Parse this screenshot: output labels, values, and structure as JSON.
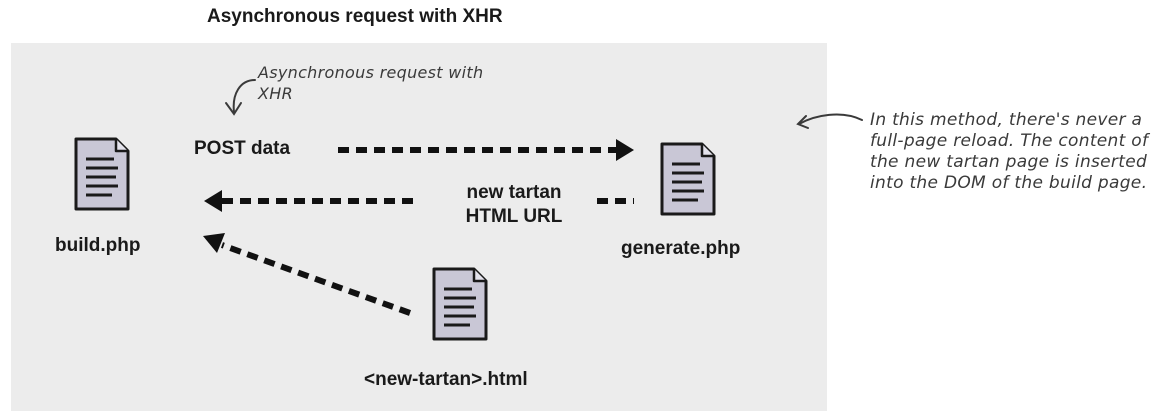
{
  "diagram": {
    "title": "Asynchronous request with XHR",
    "async_annotation": "Asynchronous request with XHR",
    "side_note": "In this method, there's never a full-page reload. The content of the new tartan page is inserted into the DOM of the build page.",
    "nodes": {
      "build": {
        "label": "build.php",
        "icon": "document-icon"
      },
      "generate": {
        "label": "generate.php",
        "icon": "document-icon"
      },
      "new_tartan": {
        "label": "<new-tartan>.html",
        "icon": "document-icon"
      }
    },
    "edges": {
      "post": {
        "from": "build",
        "to": "generate",
        "label": "POST data",
        "style": "dashed"
      },
      "response": {
        "from": "generate",
        "to": "build",
        "label_line1": "new tartan",
        "label_line2": "HTML URL",
        "style": "dashed"
      },
      "inserted": {
        "from": "new_tartan",
        "to": "build",
        "style": "dashed"
      }
    },
    "colors": {
      "panel": "#ececec",
      "arrow": "#111111",
      "icon_fill": "#c9c7d6",
      "annotation": "#3a3a3a"
    }
  }
}
